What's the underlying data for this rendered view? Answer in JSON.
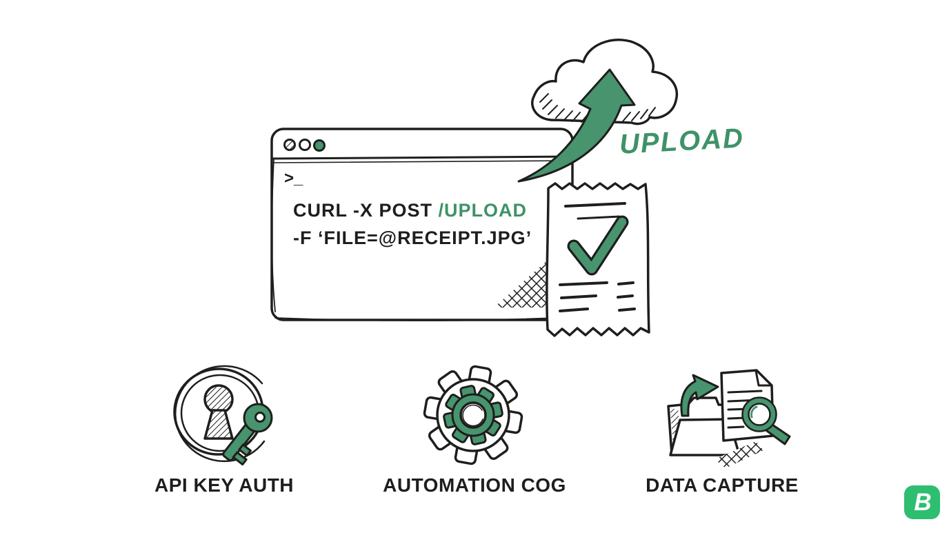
{
  "colors": {
    "ink": "#1e1e1c",
    "green": "#47946e",
    "green_text": "#3f9268",
    "logo_green": "#2dbe70",
    "paper": "#ffffff"
  },
  "terminal": {
    "prompt": ">_",
    "command_line1": {
      "black_part": "CURL -X POST ",
      "green_part": "/UPLOAD"
    },
    "command_line2": "-F ‘FILE=@RECEIPT.JPG’",
    "window_buttons": [
      "hatched",
      "blank",
      "green"
    ]
  },
  "upload": {
    "label": "UPLOAD"
  },
  "features": [
    {
      "id": "api-key-auth",
      "label": "API KEY AUTH",
      "icon": "keyhole-key-icon"
    },
    {
      "id": "automation-cog",
      "label": "AUTOMATION COG",
      "icon": "gear-icon"
    },
    {
      "id": "data-capture",
      "label": "DATA CAPTURE",
      "icon": "folder-document-magnifier-icon"
    }
  ],
  "logo": {
    "letter": "B"
  }
}
